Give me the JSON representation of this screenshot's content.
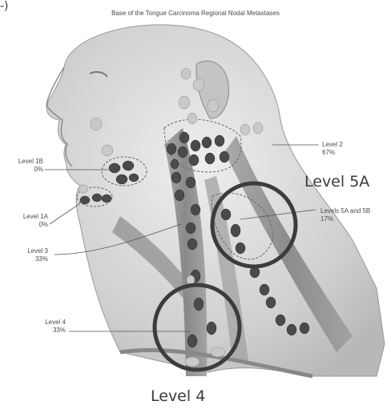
{
  "corner_mark": "-)",
  "title": "Base of the Tongue Carcinoma Regional Nodal Metastases",
  "labels": {
    "level_1b": {
      "name": "Level 1B",
      "pct": "0%"
    },
    "level_1a": {
      "name": "Level 1A",
      "pct": "0%"
    },
    "level_3": {
      "name": "Level 3",
      "pct": "33%"
    },
    "level_4": {
      "name": "Level 4",
      "pct": "33%"
    },
    "level_2": {
      "name": "Level 2",
      "pct": "67%"
    },
    "level_5a_5b": {
      "name": "Levels 5A and 5B",
      "pct": "17%"
    }
  },
  "callouts": {
    "level_5a": "Level 5A",
    "level_4": "Level 4"
  },
  "colors": {
    "circle": "#3c3c3c",
    "node": "#4a4a4a",
    "skin": "#d6d6d6"
  }
}
